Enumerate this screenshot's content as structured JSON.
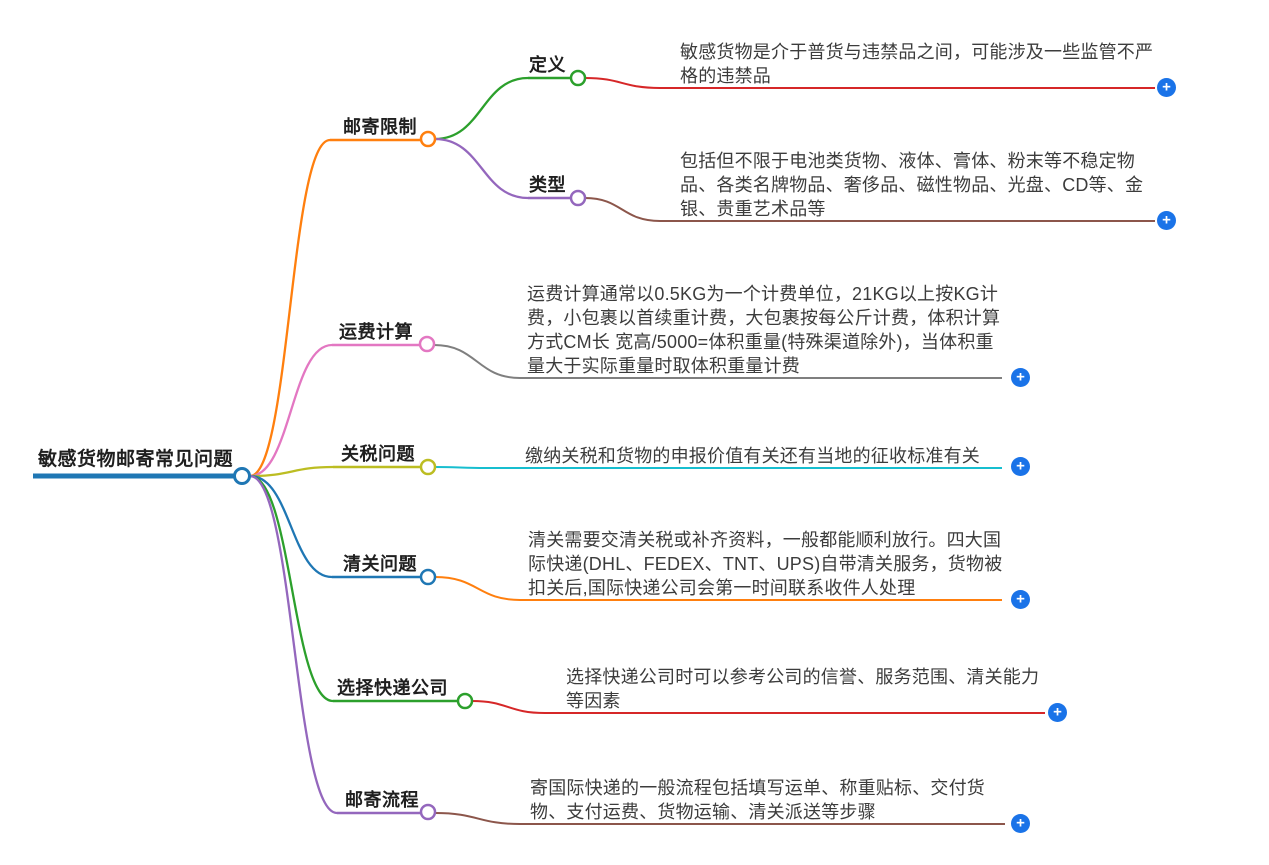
{
  "root": {
    "label": "敏感货物邮寄常见问题"
  },
  "branches": [
    {
      "label": "邮寄限制",
      "children": [
        {
          "label": "定义",
          "content": "敏感货物是介于普货与违禁品之间，可能涉及一些监管不严格的违禁品"
        },
        {
          "label": "类型",
          "content": "包括但不限于电池类货物、液体、膏体、粉末等不稳定物品、各类名牌物品、奢侈品、磁性物品、光盘、CD等、金银、贵重艺术品等"
        }
      ]
    },
    {
      "label": "运费计算",
      "content": "运费计算通常以0.5KG为一个计费单位，21KG以上按KG计费，小包裹以首续重计费，大包裹按每公斤计费，体积计算方式CM长 宽高/5000=体积重量(特殊渠道除外)，当体积重量大于实际重量时取体积重量计费"
    },
    {
      "label": "关税问题",
      "content": "缴纳关税和货物的申报价值有关还有当地的征收标准有关"
    },
    {
      "label": "清关问题",
      "content": "清关需要交清关税或补齐资料，一般都能顺利放行。四大国际快递(DHL、FEDEX、TNT、UPS)自带清关服务，货物被扣关后,国际快递公司会第一时间联系收件人处理"
    },
    {
      "label": "选择快递公司",
      "content": "选择快递公司时可以参考公司的信誉、服务范围、清关能力等因素"
    },
    {
      "label": "邮寄流程",
      "content": "寄国际快递的一般流程包括填写运单、称重贴标、交付货物、支付运费、货物运输、清关派送等步骤"
    }
  ],
  "ui": {
    "plus": "+"
  },
  "colors": {
    "root_blue": "#1f77b4",
    "blue": "#1f77b4",
    "orange": "#ff7f0e",
    "green": "#2ca02c",
    "red": "#d62728",
    "purple": "#9467bd",
    "brown": "#8c564b",
    "pink": "#e377c2",
    "gray": "#7f7f7f",
    "olive": "#bcbd22",
    "cyan": "#17becf",
    "add_button_blue": "#1a73e8",
    "label_text": "#1f1f1f",
    "text": "#3c3c3c"
  }
}
